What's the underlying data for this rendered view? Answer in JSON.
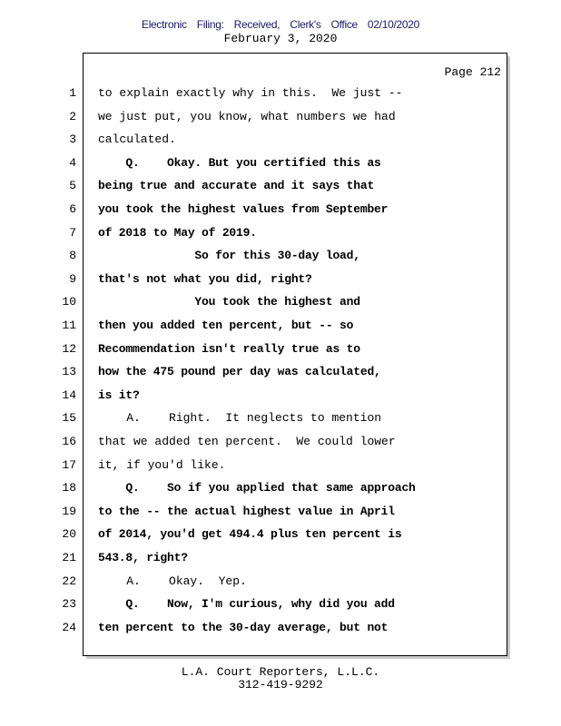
{
  "header": {
    "filing_stamp": "Electronic Filing: Received, Clerk's Office 02/10/2020",
    "date": "February 3, 2020"
  },
  "page_label": "Page 212",
  "lines": [
    {
      "n": "1",
      "text": "to explain exactly why in this.  We just --",
      "bold": false
    },
    {
      "n": "2",
      "text": "we just put, you know, what numbers we had",
      "bold": false
    },
    {
      "n": "3",
      "text": "calculated.",
      "bold": false
    },
    {
      "n": "4",
      "text": "    Q.    Okay. But you certified this as",
      "bold": true
    },
    {
      "n": "5",
      "text": "being true and accurate and it says that",
      "bold": true
    },
    {
      "n": "6",
      "text": "you took the highest values from September",
      "bold": true
    },
    {
      "n": "7",
      "text": "of 2018 to May of 2019.",
      "bold": true
    },
    {
      "n": "8",
      "text": "              So for this 30-day load,",
      "bold": true
    },
    {
      "n": "9",
      "text": "that's not what you did, right?",
      "bold": true
    },
    {
      "n": "10",
      "text": "              You took the highest and",
      "bold": true
    },
    {
      "n": "11",
      "text": "then you added ten percent, but -- so",
      "bold": true
    },
    {
      "n": "12",
      "text": "Recommendation isn't really true as to",
      "bold": true
    },
    {
      "n": "13",
      "text": "how the 475 pound per day was calculated,",
      "bold": true
    },
    {
      "n": "14",
      "text": "is it?",
      "bold": true
    },
    {
      "n": "15",
      "text": "    A.    Right.  It neglects to mention",
      "bold": false
    },
    {
      "n": "16",
      "text": "that we added ten percent.  We could lower",
      "bold": false
    },
    {
      "n": "17",
      "text": "it, if you'd like.",
      "bold": false
    },
    {
      "n": "18",
      "text": "    Q.    So if you applied that same approach",
      "bold": true
    },
    {
      "n": "19",
      "text": "to the -- the actual highest value in April",
      "bold": true
    },
    {
      "n": "20",
      "text": "of 2014, you'd get 494.4 plus ten percent is",
      "bold": true
    },
    {
      "n": "21",
      "text": "543.8, right?",
      "bold": true
    },
    {
      "n": "22",
      "text": "    A.    Okay.  Yep.",
      "bold": false
    },
    {
      "n": "23",
      "text": "    Q.    Now, I'm curious, why did you add",
      "bold": true
    },
    {
      "n": "24",
      "text": "ten percent to the 30-day average, but not",
      "bold": true
    }
  ],
  "footer": {
    "company": "L.A. Court Reporters, L.L.C.",
    "phone": "312-419-9292"
  }
}
